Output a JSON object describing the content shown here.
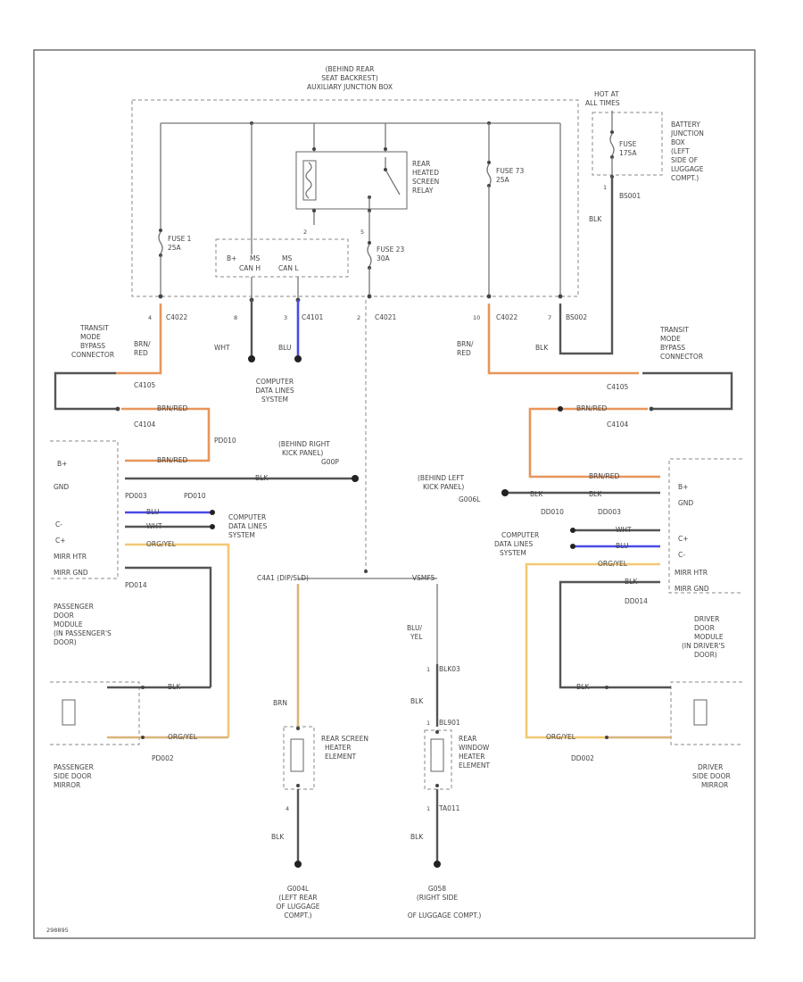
{
  "title_lines": [
    "(BEHIND REAR",
    "SEAT BACKREST)",
    "AUXILIARY JUNCTION BOX"
  ],
  "hot_at": [
    "HOT AT",
    "ALL TIMES"
  ],
  "battery_jb": [
    "BATTERY",
    "JUNCTION",
    "BOX",
    "(LEFT",
    "SIDE OF",
    "LUGGAGE",
    "COMPT.)"
  ],
  "fuse_main": [
    "FUSE",
    "175A"
  ],
  "relay": [
    "REAR",
    "HEATED",
    "SCREEN",
    "RELAY"
  ],
  "fuse1": [
    "FUSE 1",
    "25A"
  ],
  "fuse23": [
    "FUSE 23",
    "30A"
  ],
  "fuse73": [
    "FUSE 73",
    "25A"
  ],
  "can_h": [
    "MS",
    "CAN H"
  ],
  "can_l": [
    "MS",
    "CAN L"
  ],
  "bplus": "B+",
  "bs001": "BS001",
  "blk": "BLK",
  "wht": "WHT",
  "blu": "BLU",
  "brn_red": [
    "BRN/",
    "RED"
  ],
  "left_conn": {
    "pin4": "4",
    "c4022": "C4022",
    "pin8": "8",
    "pin3": "3",
    "c4101": "C4101",
    "pin2": "2",
    "c4021": "C4021"
  },
  "right_conn": {
    "pin10": "10",
    "c4022": "C4022",
    "pin7": "7",
    "bs002": "BS002"
  },
  "transit_left": [
    "TRANSIT",
    "MODE",
    "BYPASS",
    "CONNECTOR"
  ],
  "transit_right": [
    "TRANSIT",
    "MODE",
    "BYPASS",
    "CONNECTOR"
  ],
  "c4105": "C4105",
  "c4104": "C4104",
  "computer_data": [
    "COMPUTER",
    "DATA LINES",
    "SYSTEM"
  ],
  "pd010": "PD010",
  "pd003": "PD003",
  "pd014": "PD014",
  "pd002": "PD002",
  "dd010": "DD010",
  "dd003": "DD003",
  "dd014": "DD014",
  "dd002": "DD002",
  "brn_red_wire": "BRN/RED",
  "org_yel": "ORG/YEL",
  "behind_right_kick": [
    "(BEHIND RIGHT",
    "KICK PANEL)",
    "G00P"
  ],
  "behind_left_kick": [
    "(BEHIND LEFT",
    "KICK PANEL)",
    "G006L"
  ],
  "pin_labels_left": [
    "B+",
    "GND",
    "C-",
    "C+",
    "MIRR HTR",
    "MIRR GND"
  ],
  "pin_labels_right": [
    "B+",
    "GND",
    "C+",
    "C-",
    "MIRR HTR",
    "MIRR GND"
  ],
  "passenger_module": [
    "PASSENGER",
    "DOOR",
    "MODULE",
    "(IN PASSENGER'S",
    "DOOR)"
  ],
  "driver_module": [
    "DRIVER",
    "DOOR",
    "MODULE",
    "(IN DRIVER'S",
    "DOOR)"
  ],
  "passenger_mirror": [
    "PASSENGER",
    "SIDE DOOR",
    "MIRROR"
  ],
  "driver_mirror": [
    "DRIVER",
    "SIDE DOOR",
    "MIRROR"
  ],
  "c4a1": "C4A1 (DIP/SLD)",
  "vs_mf5": "VSMF5",
  "brn": "BRN",
  "blu_yel": [
    "BLU/",
    "YEL"
  ],
  "blk03": "BLK03",
  "bl901": "BL901",
  "rear_screen": [
    "REAR SCREEN",
    "HEATER",
    "ELEMENT"
  ],
  "rear_window": [
    "REAR",
    "WINDOW",
    "HEATER",
    "ELEMENT"
  ],
  "pin1": "1",
  "pin4b": "4",
  "ta011": "TA011",
  "g004l": [
    "G004L",
    "(LEFT REAR",
    "OF LUGGAGE",
    "COMPT.)"
  ],
  "g058": [
    "G058",
    "(RIGHT SIDE",
    "OF LUGGAGE COMPT.)"
  ],
  "footer_code": "298895"
}
